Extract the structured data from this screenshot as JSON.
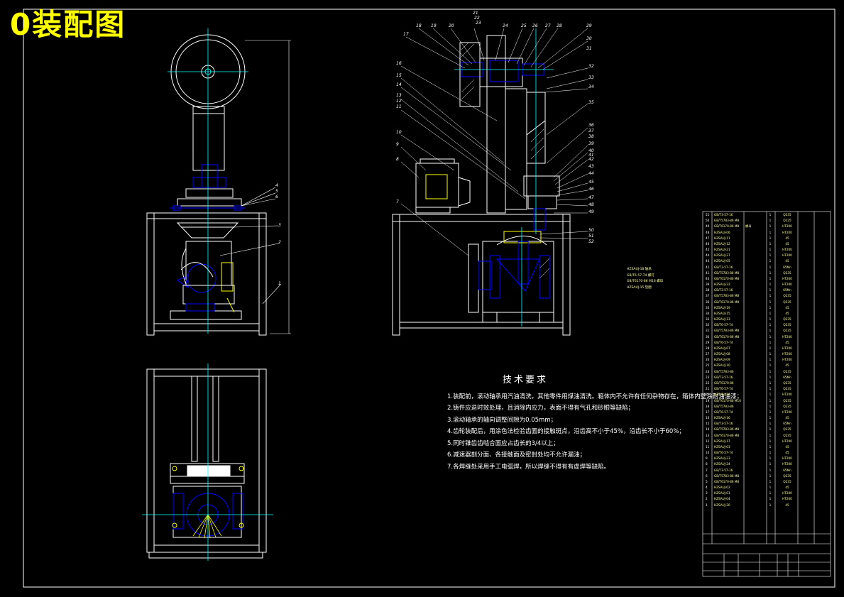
{
  "title": "0装配图",
  "tech": {
    "heading": "技术要求",
    "items": [
      "1.装配前，滚动轴承用汽油清洗，其他零件用煤油清洗。箱体内不允许有任何杂物存在，箱体内壁涂耐油油漆；",
      "2.铸件应退时效处理，且消除内应力，表面不得有气孔和砂眼等缺陷；",
      "3.滚动轴承的轴向调整间隙为0.05mm；",
      "4.齿轮装配后，用涂色法检验齿面的接触斑点，沿齿高不小于45%，沿齿长不小于60%；",
      "5.同时锥齿齿啮合面应占齿长的3/4以上；",
      "6.减速器剖分面、各接触面及密封处均不允许漏油；",
      "7.各焊缝处采用手工电弧焊，所以焊缝不得有有虚焊等缺陷。"
    ]
  },
  "left_labels": [
    "1",
    "2",
    "3",
    "4",
    "5",
    "6"
  ],
  "right_labels_top": [
    "17",
    "18",
    "19",
    "20",
    "21",
    "22",
    "23",
    "24",
    "25",
    "26",
    "27",
    "28",
    "29",
    "30",
    "31"
  ],
  "right_labels_side": [
    "32",
    "33",
    "34",
    "35",
    "36",
    "37",
    "38",
    "39",
    "40",
    "41",
    "42",
    "43",
    "44",
    "45",
    "46",
    "47",
    "48",
    "49",
    "50",
    "51",
    "52"
  ],
  "right_labels_left": [
    "16",
    "15",
    "14",
    "13",
    "12",
    "11",
    "10",
    "9",
    "8",
    "7"
  ],
  "side_notes": [
    "HZSAUJ-18  轴承",
    "GB/T6-57-74  螺钉",
    "GB/T6170-86 M16  螺母",
    "HZSAUJ-15  垫圈"
  ],
  "bom_rows": [
    {
      "n": "51",
      "code": "GB/T3-57-16",
      "name": "",
      "q": "1",
      "m": "Q235"
    },
    {
      "n": "50",
      "code": "GB/T5783-86 M8",
      "name": "",
      "q": "1",
      "m": "Q235"
    },
    {
      "n": "49",
      "code": "GB/T6170-86 M8",
      "name": "螺母",
      "q": "1",
      "m": "HT200"
    },
    {
      "n": "48",
      "code": "HZSAUJ-06",
      "name": "",
      "q": "1",
      "m": "HT200"
    },
    {
      "n": "47",
      "code": "HZSAUJ-11",
      "name": "",
      "q": "1",
      "m": "45"
    },
    {
      "n": "46",
      "code": "HZSAUJ-12",
      "name": "",
      "q": "1",
      "m": "45"
    },
    {
      "n": "45",
      "code": "HZSAUJ-21",
      "name": "",
      "q": "1",
      "m": "HT200"
    },
    {
      "n": "44",
      "code": "HZSAUJ-27",
      "name": "",
      "q": "1",
      "m": "HT200"
    },
    {
      "n": "43",
      "code": "HZSAUJ-05",
      "name": "",
      "q": "1",
      "m": "45"
    },
    {
      "n": "42",
      "code": "GB/T3-57-16",
      "name": "",
      "q": "1",
      "m": "65Mn"
    },
    {
      "n": "41",
      "code": "GB/T5783-86 M8",
      "name": "",
      "q": "1",
      "m": "Q235"
    },
    {
      "n": "40",
      "code": "GB/T6170-86 M8",
      "name": "",
      "q": "1",
      "m": "HT200"
    },
    {
      "n": "39",
      "code": "HZSAUJ-22",
      "name": "",
      "q": "1",
      "m": "HT200"
    },
    {
      "n": "38",
      "code": "GB/T3-57-16",
      "name": "",
      "q": "1",
      "m": "65Mn"
    },
    {
      "n": "37",
      "code": "GB/T5783-86 M8",
      "name": "",
      "q": "1",
      "m": "Q235"
    },
    {
      "n": "36",
      "code": "GB/T6170-86 M8",
      "name": "",
      "q": "1",
      "m": "Q235"
    },
    {
      "n": "35",
      "code": "HZSAUJ-19",
      "name": "",
      "q": "1",
      "m": "45"
    },
    {
      "n": "34",
      "code": "HZSAUJ-15",
      "name": "",
      "q": "1",
      "m": "45"
    },
    {
      "n": "33",
      "code": "HZSAUJ-13",
      "name": "",
      "q": "1",
      "m": "Q235"
    },
    {
      "n": "32",
      "code": "GB/T6-57-74",
      "name": "",
      "q": "1",
      "m": "Q235"
    },
    {
      "n": "31",
      "code": "GB/T5783-86 M8",
      "name": "",
      "q": "1",
      "m": "Q235"
    },
    {
      "n": "30",
      "code": "GB/T6170-86 M8",
      "name": "",
      "q": "1",
      "m": "HT200"
    },
    {
      "n": "29",
      "code": "GB/T6-57-74",
      "name": "",
      "q": "1",
      "m": "45"
    },
    {
      "n": "28",
      "code": "HZSAUJ-07",
      "name": "",
      "q": "1",
      "m": "HT200"
    },
    {
      "n": "27",
      "code": "HZSAUJ-08",
      "name": "",
      "q": "1",
      "m": "HT200"
    },
    {
      "n": "26",
      "code": "HZSAUJ-09",
      "name": "",
      "q": "1",
      "m": "HT200"
    },
    {
      "n": "25",
      "code": "HZSAUJ-10",
      "name": "",
      "q": "1",
      "m": "45"
    },
    {
      "n": "24",
      "code": "GB/T5783-86",
      "name": "",
      "q": "1",
      "m": "Q235"
    },
    {
      "n": "23",
      "code": "GB/T3-57-16",
      "name": "",
      "q": "1",
      "m": "65Mn"
    },
    {
      "n": "22",
      "code": "GB/T6170-86",
      "name": "",
      "q": "1",
      "m": "Q235"
    },
    {
      "n": "21",
      "code": "GB/T6-57-74",
      "name": "",
      "q": "1",
      "m": "Q235"
    },
    {
      "n": "20",
      "code": "HZSAUJ-14",
      "name": "",
      "q": "1",
      "m": "HT200"
    },
    {
      "n": "19",
      "code": "GB/T6170-86 M16",
      "name": "",
      "q": "1",
      "m": "Q235"
    },
    {
      "n": "18",
      "code": "GB/T5783-86",
      "name": "",
      "q": "1",
      "m": "Q235"
    },
    {
      "n": "17",
      "code": "GB/T6-57-74",
      "name": "",
      "q": "1",
      "m": "HT200"
    },
    {
      "n": "16",
      "code": "HZSAUJ-16",
      "name": "",
      "q": "1",
      "m": "45"
    },
    {
      "n": "15",
      "code": "GB/T3-57-16",
      "name": "",
      "q": "1",
      "m": "65Mn"
    },
    {
      "n": "14",
      "code": "GB/T5783-86 M8",
      "name": "",
      "q": "1",
      "m": "Q235"
    },
    {
      "n": "13",
      "code": "GB/T6170-86 M8",
      "name": "",
      "q": "1",
      "m": "Q235"
    },
    {
      "n": "12",
      "code": "HZSAUJ-17",
      "name": "",
      "q": "1",
      "m": "HT200"
    },
    {
      "n": "11",
      "code": "HZSAUJ-03",
      "name": "",
      "q": "1",
      "m": "45"
    },
    {
      "n": "10",
      "code": "GB/T6-57-74",
      "name": "",
      "q": "1",
      "m": "45"
    },
    {
      "n": "9",
      "code": "HZSAUJ-23",
      "name": "",
      "q": "1",
      "m": "HT200"
    },
    {
      "n": "8",
      "code": "HZSAUJ-24",
      "name": "",
      "q": "1",
      "m": "HT200"
    },
    {
      "n": "7",
      "code": "GB/T3-57-16",
      "name": "",
      "q": "1",
      "m": "65Mn"
    },
    {
      "n": "6",
      "code": "GB/T5783-86 M8",
      "name": "",
      "q": "1",
      "m": "Q235"
    },
    {
      "n": "5",
      "code": "GB/T6170-86 M8",
      "name": "",
      "q": "1",
      "m": "Q235"
    },
    {
      "n": "4",
      "code": "HZSAUJ-02",
      "name": "",
      "q": "1",
      "m": "45"
    },
    {
      "n": "3",
      "code": "HZSAUJ-01",
      "name": "",
      "q": "1",
      "m": "HT200"
    },
    {
      "n": "2",
      "code": "HZSAUJ-04",
      "name": "",
      "q": "1",
      "m": "HT200"
    },
    {
      "n": "1",
      "code": "HZSAUJ-20",
      "name": "",
      "q": "1",
      "m": "45"
    }
  ],
  "colors": {
    "background": "#000000",
    "line": "#ffffff",
    "title": "#ffff00",
    "blue": "#0000ff",
    "cyan": "#00ffff",
    "yellow": "#ffff00",
    "green": "#00ff00",
    "magenta": "#ff00ff"
  }
}
